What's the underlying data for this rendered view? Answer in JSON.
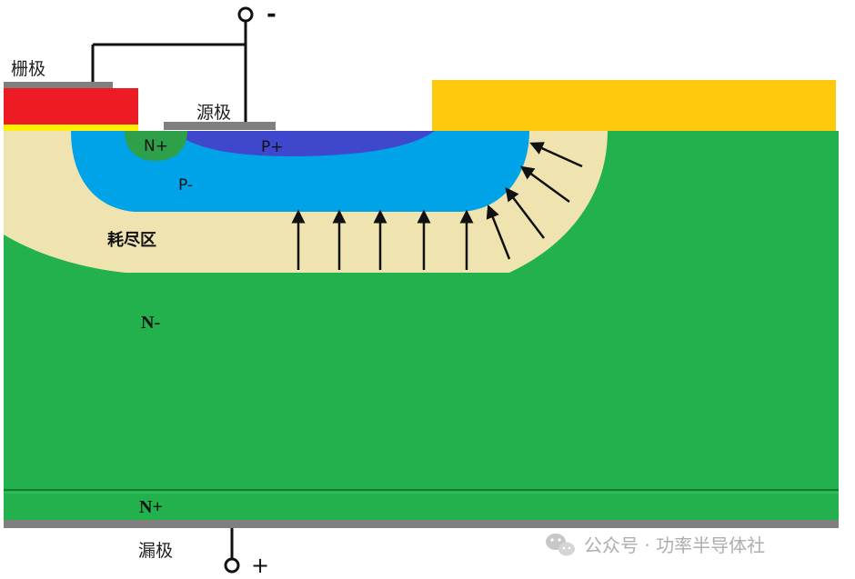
{
  "labels": {
    "gate": "栅极",
    "source": "源极",
    "drain": "漏极",
    "minus": "-",
    "plus": "+",
    "n_plus_top": "N+",
    "p_plus": "P+",
    "p_minus": "P-",
    "depletion": "耗尽区",
    "n_minus": "N-",
    "n_plus_bottom": "N+"
  },
  "watermark": {
    "text": "公众号 · 功率半导体社",
    "icon": "wechat-icon"
  },
  "colors": {
    "substrate": "#22b14c",
    "n_plus_region": "#2fa04a",
    "depletion": "#efe4b0",
    "p_minus": "#00a2e8",
    "p_plus": "#3f48cc",
    "gate_poly": "#ed1c24",
    "oxide": "#fff200",
    "field_plate": "#ffc90e",
    "metal": "#7f7f7f",
    "wire": "#111111"
  }
}
